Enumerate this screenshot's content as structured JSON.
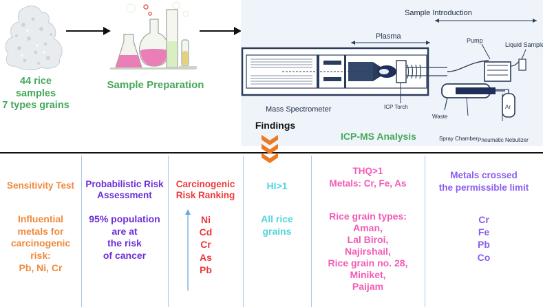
{
  "top": {
    "rice_label_line1": "44 rice samples",
    "rice_label_line2": "7 types grains",
    "prep_label": "Sample Preparation",
    "icpms_label": "ICP-MS Analysis",
    "findings_label": "Findings",
    "schematic": {
      "sample_introduction": "Sample Introduction",
      "plasma": "Plasma",
      "pump": "Pump",
      "liquid_sample": "Liquid Sample",
      "mass_spectrometer": "Mass Spectrometer",
      "icp_torch": "ICP Torch",
      "waste": "Waste",
      "spray_chamber": "Spray Chamber",
      "pneumatic_nebulizer": "Pneumatic Nebulizer",
      "argon": "Ar"
    }
  },
  "columns": {
    "sensitivity": {
      "title": "Sensitivity Test",
      "body_lines": [
        "Influential",
        "metals for",
        "carcinogenic",
        "risk:",
        "Pb, Ni, Cr"
      ]
    },
    "probabilistic": {
      "title_lines": [
        "Probabilistic Risk",
        "Assessment"
      ],
      "body_lines": [
        "95% population",
        "are at",
        "the risk",
        "of cancer"
      ]
    },
    "carcinogenic": {
      "title_lines": [
        "Carcinogenic",
        "Risk Ranking"
      ],
      "ranking": [
        "Ni",
        "Cd",
        "Cr",
        "As",
        "Pb"
      ]
    },
    "hi": {
      "title": "HI>1",
      "body_lines": [
        "All rice",
        "grains"
      ]
    },
    "thq": {
      "title_lines": [
        "THQ>1",
        "Metals: Cr, Fe, As"
      ],
      "body_lines": [
        "Rice  grain types:",
        "Aman,",
        "Lal Biroi,",
        "Najirshail,",
        "Rice grain no. 28,",
        "Miniket,",
        "Paijam"
      ]
    },
    "metals": {
      "title_lines": [
        "Metals crossed",
        "the permissible limit"
      ],
      "body_lines": [
        "Cr",
        "Fe",
        "Pb",
        "Co"
      ]
    }
  },
  "colors": {
    "orange": "#ef8a3c",
    "purple": "#6b2fd6",
    "red": "#ee3838",
    "cyan": "#4fd6de",
    "pink": "#f25bb5",
    "violet": "#8b5cf0",
    "green": "#46a85b",
    "divider": "#a9c9e6"
  }
}
